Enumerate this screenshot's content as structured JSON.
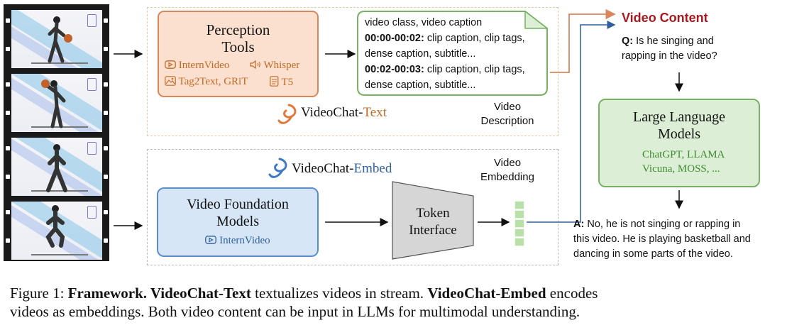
{
  "perception": {
    "title_line1": "Perception",
    "title_line2": "Tools",
    "tools": [
      "InternVideo",
      "Whisper",
      "Tag2Text, GRiT",
      "T5"
    ]
  },
  "description": {
    "line1": "video class, video caption",
    "line2_time": "00:00-00:02:",
    "line2_text": " clip caption, clip tags,",
    "line3": "dense caption, subtitle...",
    "line4_time": "00:02-00:03:",
    "line4_text": " clip caption, clip tags,",
    "line5": "dense caption, subtitle..."
  },
  "labels": {
    "video_description_1": "Video",
    "video_description_2": "Description",
    "video_embedding_1": "Video",
    "video_embedding_2": "Embedding",
    "videochat_prefix": "VideoChat-",
    "videochat_text_suffix": "Text",
    "videochat_embed_suffix": "Embed",
    "vfm_line1": "Video Foundation",
    "vfm_line2": "Models",
    "vfm_tool": "InternVideo",
    "token_line1": "Token",
    "token_line2": "Interface",
    "video_content": "Video Content"
  },
  "qa": {
    "q_prefix": "Q:",
    "q_line1": " Is he singing and",
    "q_line2": "rapping in the video?",
    "a_prefix": "A:",
    "a_line1": " No, he is not singing or rapping in",
    "a_line2": "this video. He is playing basketball and",
    "a_line3": "dancing in some parts of the video."
  },
  "llm": {
    "title_line1": "Large Language",
    "title_line2": "Models",
    "models_line1": "ChatGPT, LLAMA",
    "models_line2": "Vicuna, MOSS, ..."
  },
  "caption": {
    "prefix": "Figure 1: ",
    "bold1": "Framework. VideoChat-Text",
    "text1": " textualizes videos in stream. ",
    "bold2": "VideoChat-Embed",
    "text2": " encodes",
    "line2": "videos as embeddings. Both video content can be input in LLMs for multimodal understanding."
  },
  "colors": {
    "orange": "#d9875a",
    "orange_text": "#c26a24",
    "green": "#77b264",
    "green_text": "#3e8a2e",
    "blue": "#5b8fc9",
    "blue_text": "#2f5f9c",
    "dark_red": "#a8181e"
  }
}
